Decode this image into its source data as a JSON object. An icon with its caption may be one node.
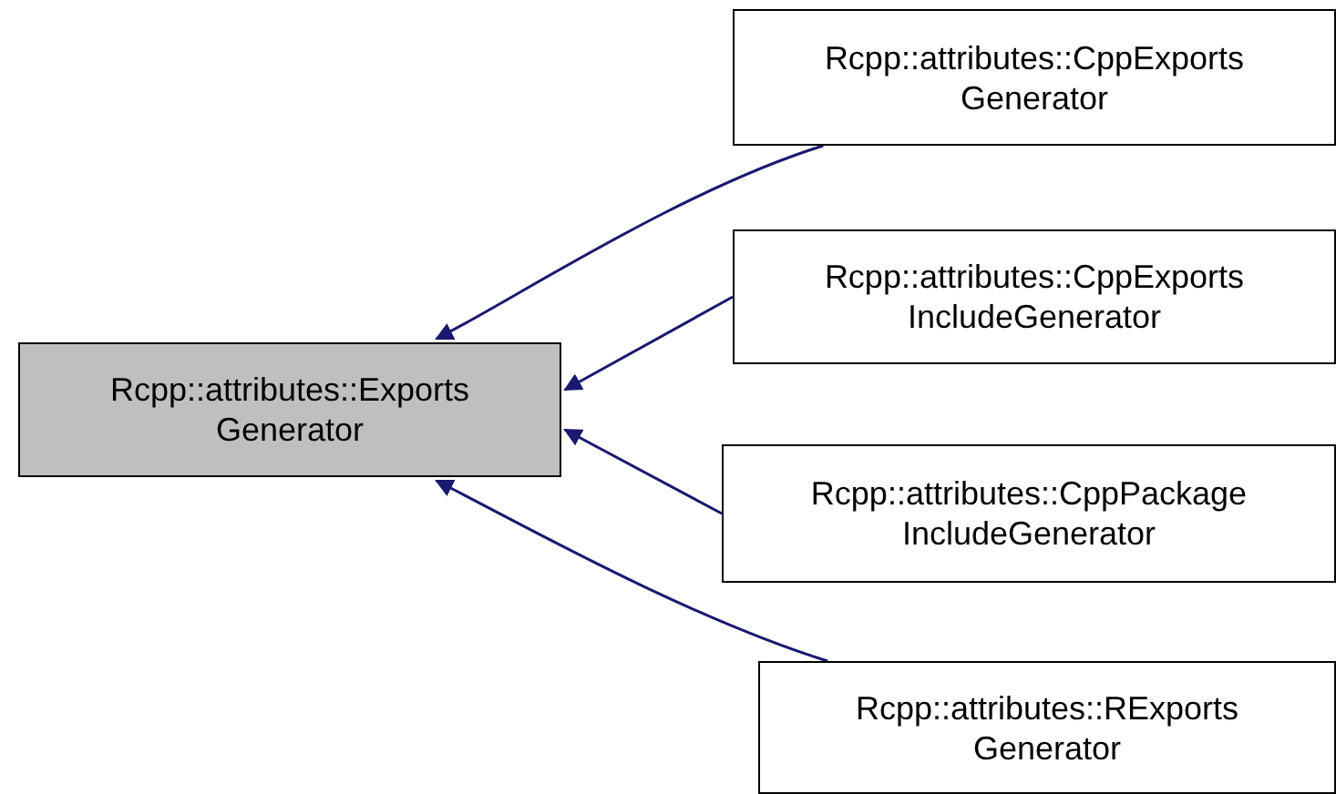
{
  "diagram": {
    "nodes": [
      {
        "text": [
          "Rcpp::attributes::Exports Generator"
        ]
      },
      {
        "text": [
          "Rcpp::attributes::CppExports Generator"
        ]
      },
      {
        "text": [
          "Rcpp::attributes::CppExports IncludeGenerator"
        ]
      },
      {
        "text": [
          "Rcpp::attributes::CppPackage IncludeGenerator"
        ]
      },
      {
        "text": [
          "Rcpp::attributes::RExports Generator"
        ]
      }
    ],
    "edges": [
      {
        "from": 1,
        "to": 0,
        "arrow": "to"
      },
      {
        "from": 2,
        "to": 0,
        "arrow": "to"
      },
      {
        "from": 3,
        "to": 0,
        "arrow": "to"
      },
      {
        "from": 4,
        "to": 0,
        "arrow": "to"
      }
    ]
  }
}
